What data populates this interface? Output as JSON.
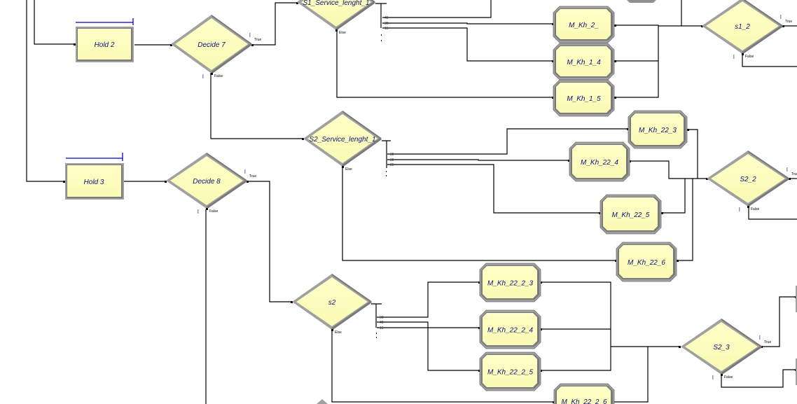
{
  "diagram": {
    "holds": [
      {
        "label": "Hold 2"
      },
      {
        "label": "Hold 3"
      }
    ],
    "decides": [
      {
        "label": "Decide 7",
        "true_label": "True",
        "false_label": "False"
      },
      {
        "label": "Decide 8",
        "true_label": "True",
        "false_label": "False"
      },
      {
        "label": "S1_Service_lenght_1",
        "else_label": "Else",
        "percents": [
          "40",
          "30",
          "15"
        ]
      },
      {
        "label": "S2_Service_lenght_1",
        "else_label": "Else",
        "percents": [
          "30",
          "30",
          "25"
        ]
      },
      {
        "label": "s2",
        "else_label": "Else",
        "percents": [
          "30",
          "40",
          "15"
        ]
      },
      {
        "label": "s1_2",
        "true_label": "True",
        "false_label": "False"
      },
      {
        "label": "S2_2",
        "true_label": "True",
        "false_label": "False"
      },
      {
        "label": "S2_3",
        "true_label": "True",
        "false_label": "False"
      }
    ],
    "processes": [
      {
        "label": "M_Kh_2_"
      },
      {
        "label": "M_Kh_1_4"
      },
      {
        "label": "M_Kh_1_5"
      },
      {
        "label": "M_Kh_22_3"
      },
      {
        "label": "M_Kh_22_4"
      },
      {
        "label": "M_Kh_22_5"
      },
      {
        "label": "M_Kh_22_6"
      },
      {
        "label": "M_Kh_22_2_3"
      },
      {
        "label": "M_Kh_22_2_4"
      },
      {
        "label": "M_Kh_22_2_5"
      },
      {
        "label": "M_Kh_22_2_6"
      }
    ],
    "colors": {
      "module_fill": "#ffffc0",
      "module_border": "#a0a0a0",
      "module_shadow": "#7a7a7a",
      "connector": "#000000",
      "label": "#10107a",
      "queue_bar": "#0000cc"
    }
  }
}
